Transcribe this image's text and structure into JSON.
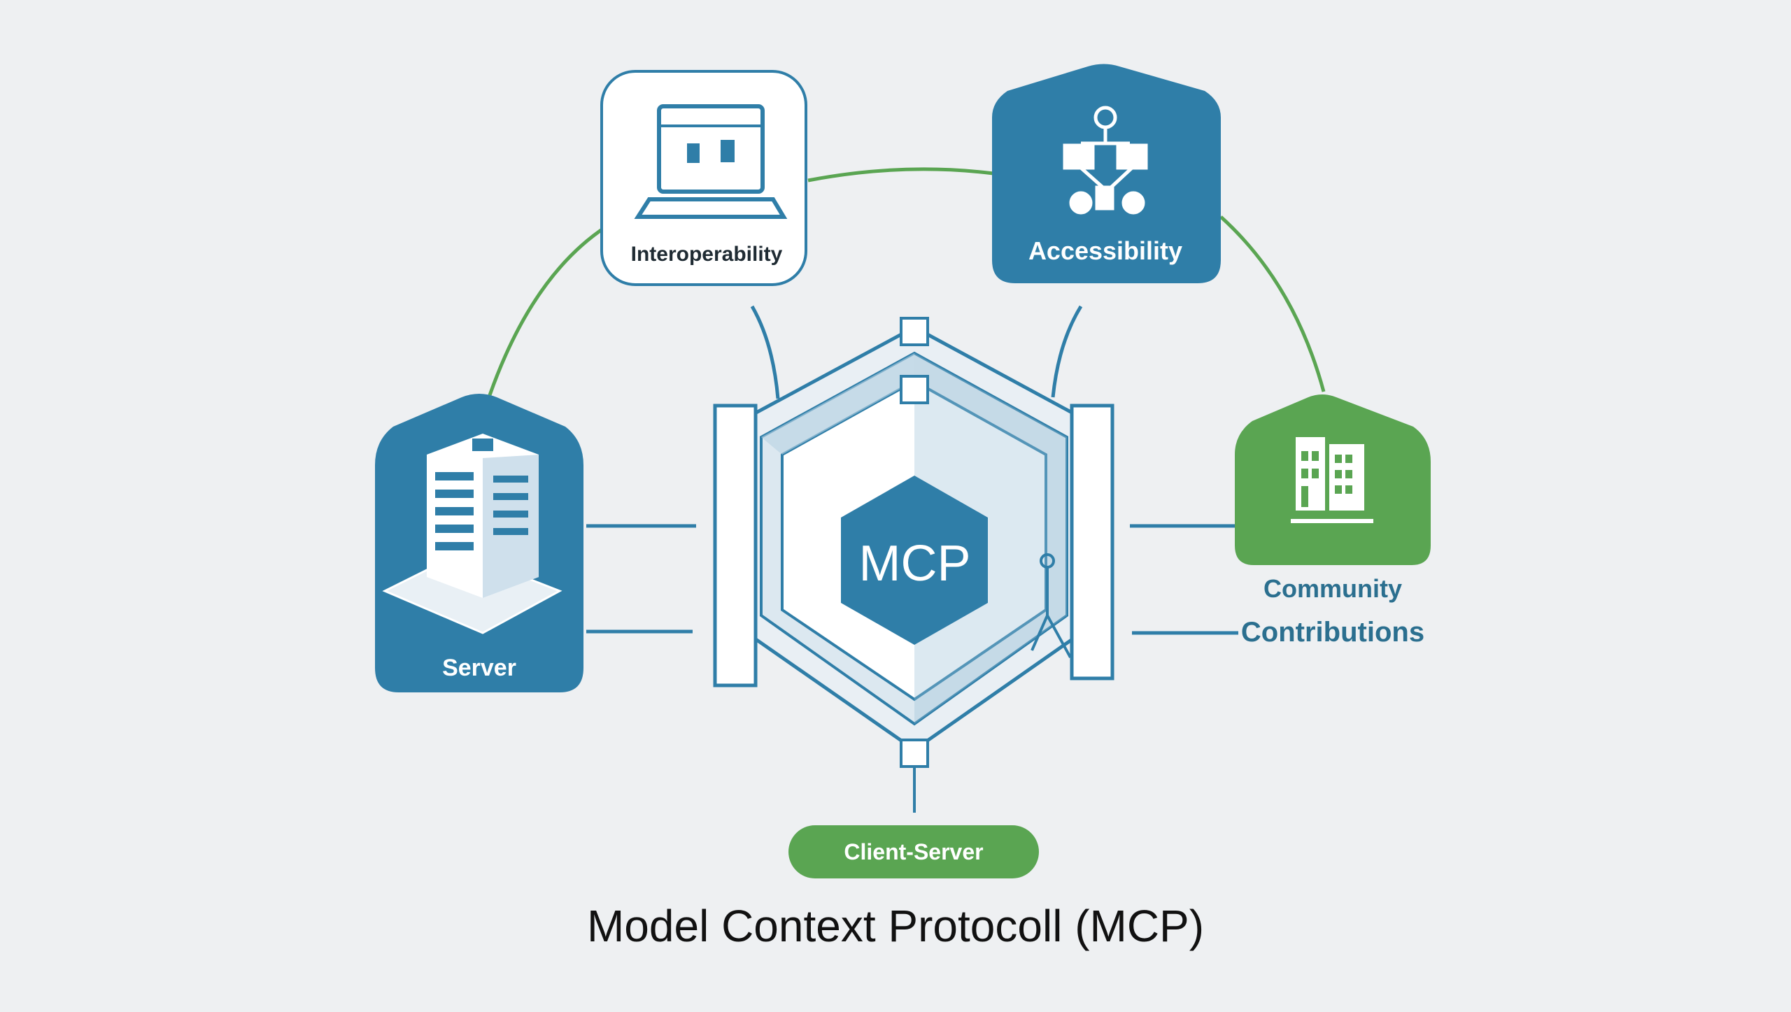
{
  "diagram": {
    "center_label": "MCP",
    "nodes": {
      "interoperability": "Interoperability",
      "accessibility": "Accessibility",
      "server": "Server",
      "community_line1": "Community",
      "community_line2": "Contributions",
      "client_server": "Client-Server"
    },
    "title": "Model Context Protocoll (MCP)"
  },
  "colors": {
    "background": "#eef0f2",
    "blue": "#2f7ea8",
    "light_blue": "#c9dde9",
    "green": "#5aa552",
    "dark_text": "#111111"
  },
  "icons": {
    "interoperability": "laptop-icon",
    "accessibility": "network-icon",
    "server": "server-building-icon",
    "community": "building-icon"
  }
}
